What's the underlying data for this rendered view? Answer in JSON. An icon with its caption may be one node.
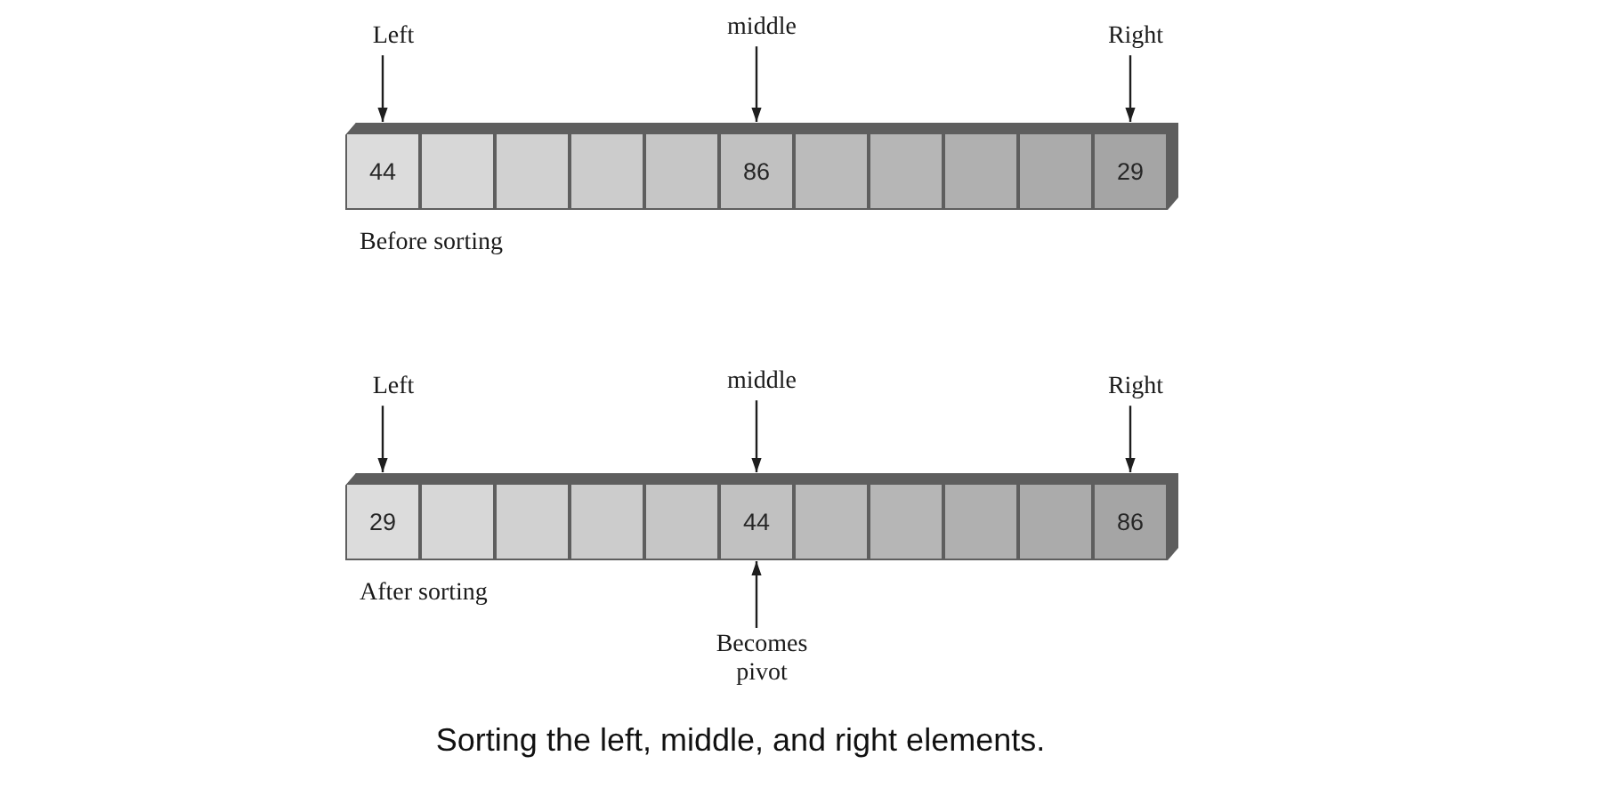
{
  "diagram": {
    "caption": "Sorting the left, middle, and right elements.",
    "nodes": [
      {
        "text": [
          "Left"
        ]
      },
      {
        "text": [
          "middle"
        ]
      },
      {
        "text": [
          "Right"
        ]
      },
      {
        "text": [],
        "shape": "box",
        "beside": [
          "Before sorting"
        ]
      },
      {
        "text": [
          "44"
        ],
        "in": 3
      },
      {
        "text": [],
        "shape": "box",
        "in": 3
      },
      {
        "text": [],
        "shape": "box",
        "in": 3
      },
      {
        "text": [],
        "shape": "box",
        "in": 3
      },
      {
        "text": [],
        "shape": "box",
        "in": 3
      },
      {
        "text": [
          "86"
        ],
        "in": 3
      },
      {
        "text": [],
        "shape": "box",
        "in": 3
      },
      {
        "text": [],
        "shape": "box",
        "in": 3
      },
      {
        "text": [],
        "shape": "box",
        "in": 3
      },
      {
        "text": [],
        "shape": "box",
        "in": 3
      },
      {
        "text": [
          "29"
        ],
        "in": 3
      },
      {
        "text": [
          "Left"
        ]
      },
      {
        "text": [
          "middle"
        ]
      },
      {
        "text": [
          "Right"
        ]
      },
      {
        "text": [],
        "shape": "box",
        "beside": [
          "After sorting"
        ]
      },
      {
        "text": [
          "29"
        ],
        "in": 18
      },
      {
        "text": [],
        "shape": "box",
        "in": 18
      },
      {
        "text": [],
        "shape": "box",
        "in": 18
      },
      {
        "text": [],
        "shape": "box",
        "in": 18
      },
      {
        "text": [],
        "shape": "box",
        "in": 18
      },
      {
        "text": [
          "44"
        ],
        "in": 18
      },
      {
        "text": [],
        "shape": "box",
        "in": 18
      },
      {
        "text": [],
        "shape": "box",
        "in": 18
      },
      {
        "text": [],
        "shape": "box",
        "in": 18
      },
      {
        "text": [],
        "shape": "box",
        "in": 18
      },
      {
        "text": [
          "86"
        ],
        "in": 18
      },
      {
        "text": [
          "Becomes pivot"
        ]
      }
    ],
    "edges": [
      {
        "from": 0,
        "to": 4,
        "arrow": "to"
      },
      {
        "from": 1,
        "to": 9,
        "arrow": "to"
      },
      {
        "from": 2,
        "to": 14,
        "arrow": "to"
      },
      {
        "from": 15,
        "to": 19,
        "arrow": "to"
      },
      {
        "from": 16,
        "to": 24,
        "arrow": "to"
      },
      {
        "from": 17,
        "to": 29,
        "arrow": "to"
      },
      {
        "from": 30,
        "to": 24,
        "arrow": "to"
      }
    ]
  }
}
